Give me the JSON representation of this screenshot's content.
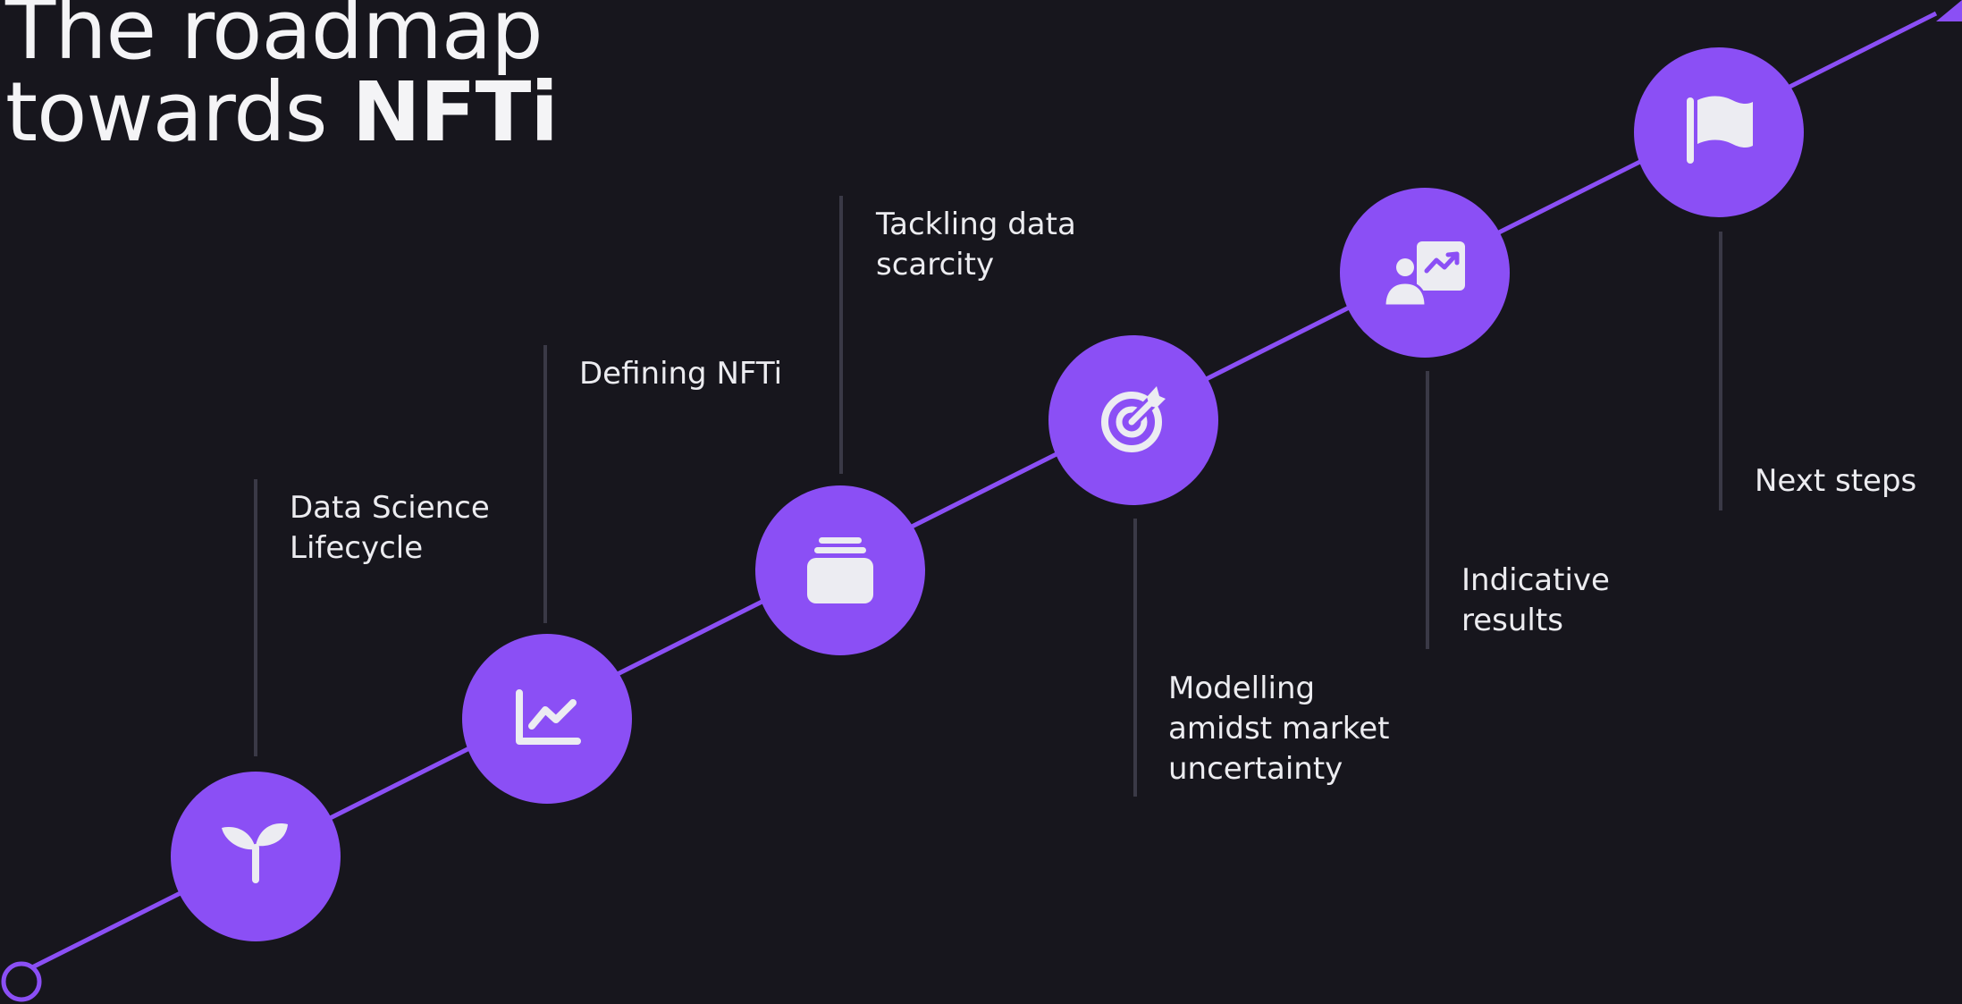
{
  "title": {
    "line1": "The roadmap",
    "line2_regular": "towards ",
    "line2_bold": "NFTi"
  },
  "colors": {
    "background": "#17161d",
    "accent": "#8b4ff5",
    "connector": "#3a3946",
    "icon": "#ececf2",
    "text": "#ececf0"
  },
  "steps": [
    {
      "label": "Data Science\nLifecycle",
      "icon": "sprout-icon"
    },
    {
      "label": "Defining NFTi",
      "icon": "line-chart-icon"
    },
    {
      "label": "Tackling data\nscarcity",
      "icon": "jar-icon"
    },
    {
      "label": "Modelling\namidst market\nuncertainty",
      "icon": "target-arrow-icon"
    },
    {
      "label": "Indicative\nresults",
      "icon": "presentation-chart-icon"
    },
    {
      "label": "Next steps",
      "icon": "flag-icon"
    }
  ]
}
